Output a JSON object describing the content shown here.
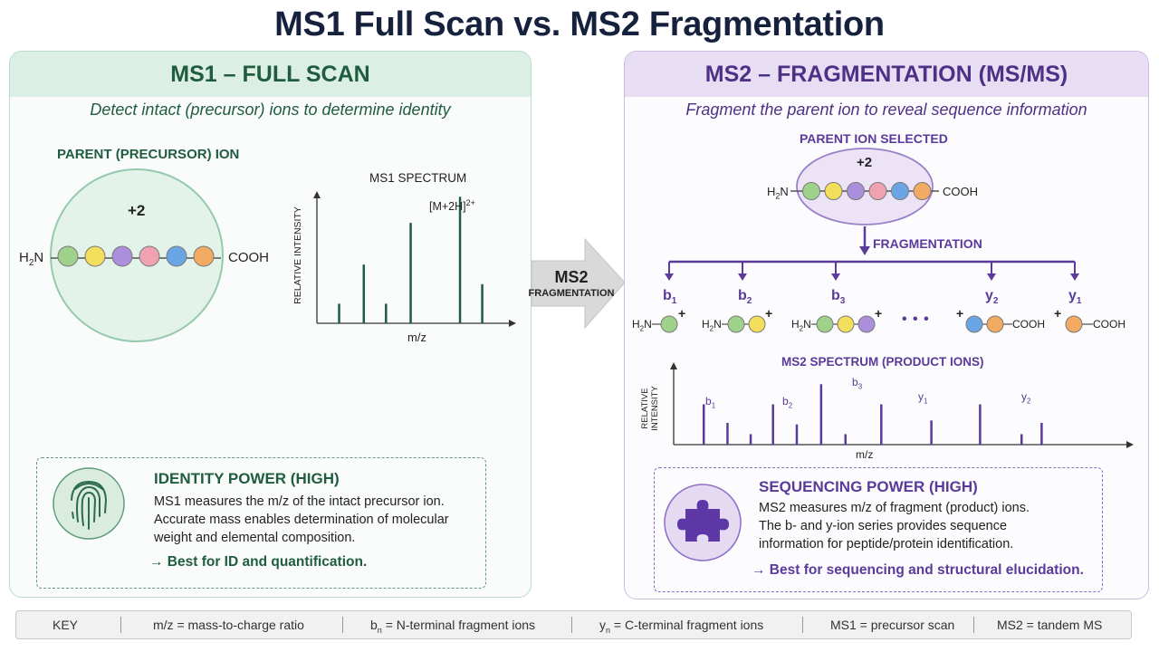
{
  "title": "MS1 Full Scan vs. MS2 Fragmentation",
  "colors": {
    "green": "#1f5c40",
    "purple": "#5a3a9a",
    "bead_green": "#9ed28a",
    "bead_yellow": "#f3df5c",
    "bead_purple": "#ab8fdc",
    "bead_pink": "#f0a2b3",
    "bead_blue": "#6aa6e5",
    "bead_orange": "#f3aa62"
  },
  "ms1": {
    "header": "MS1 – FULL SCAN",
    "subtitle": "Detect intact (precursor) ions to determine identity",
    "parent_label": "PARENT (PRECURSOR) ION",
    "charge": "+2",
    "n_term": "H",
    "n_term_sub": "2",
    "n_term_end": "N",
    "c_term": "COOH"
  },
  "transition": {
    "line1": "MS2",
    "line2": "FRAGMENTATION"
  },
  "ms2": {
    "header": "MS2 – FRAGMENTATION (MS/MS)",
    "subtitle": "Fragment the parent ion to reveal sequence information",
    "parent_label": "PARENT ION SELECTED",
    "charge": "+2",
    "n_term": "H",
    "n_term_sub": "2",
    "n_term_end": "N",
    "c_term": "COOH",
    "frag_label": "FRAGMENTATION",
    "fragments": [
      {
        "base": "b",
        "sub": "1",
        "plus": "+"
      },
      {
        "base": "b",
        "sub": "2",
        "plus": "+"
      },
      {
        "base": "b",
        "sub": "3",
        "plus": "+"
      },
      {
        "base": "y",
        "sub": "2",
        "plus": "+"
      },
      {
        "base": "y",
        "sub": "1",
        "plus": "+"
      }
    ],
    "ellipsis": "• • •"
  },
  "chart_data": [
    {
      "type": "bar",
      "title": "MS1 SPECTRUM",
      "xlabel": "m/z",
      "ylabel": "RELATIVE INTENSITY",
      "x": [
        1,
        2,
        3,
        4,
        5,
        6
      ],
      "values": [
        0.15,
        0.45,
        0.15,
        0.77,
        0.97,
        0.3
      ],
      "xlim": [
        0,
        8
      ],
      "ylim": [
        0,
        1
      ],
      "annotations": [
        {
          "text": "[M+2H]",
          "sup": "2+",
          "x": 5
        }
      ]
    },
    {
      "type": "bar",
      "title": "MS2 SPECTRUM (PRODUCT IONS)",
      "xlabel": "m/z",
      "ylabel": "RELATIVE INTENSITY",
      "x": [
        1,
        2,
        3,
        4,
        5,
        6,
        7,
        8,
        9,
        10,
        11,
        12,
        13,
        14
      ],
      "values": [
        0.5,
        0.27,
        0.13,
        0.5,
        0.25,
        0.75,
        0.13,
        0.5,
        0.3,
        0.5,
        0.13,
        0.27
      ],
      "xlim": [
        0,
        16
      ],
      "ylim": [
        0,
        1
      ],
      "annotations": [
        {
          "base": "b",
          "sub": "1",
          "x": 1
        },
        {
          "base": "b",
          "sub": "2",
          "x": 4
        },
        {
          "base": "b",
          "sub": "3",
          "x": 6
        },
        {
          "base": "y",
          "sub": "1",
          "x": 8
        },
        {
          "base": "y",
          "sub": "2",
          "x": 11
        }
      ]
    }
  ],
  "identity": {
    "title": "IDENTITY POWER (HIGH)",
    "text": [
      "MS1 measures the m/z of the intact precursor ion.",
      "Accurate mass enables determination of molecular",
      "weight and elemental composition."
    ],
    "best": "→ Best for ID and quantification."
  },
  "sequencing": {
    "title": "SEQUENCING POWER (HIGH)",
    "text": [
      "MS2 measures m/z of fragment (product) ions.",
      "The b- and y-ion series provides sequence",
      "information for peptide/protein identification."
    ],
    "best": "→ Best for sequencing and structural elucidation."
  },
  "key": {
    "label": "KEY",
    "items": [
      {
        "text": "m/z = mass-to-charge ratio"
      },
      {
        "pre": "b",
        "sub": "n",
        "text": " = N-terminal fragment ions"
      },
      {
        "pre": "y",
        "sub": "n",
        "text": " = C-terminal fragment ions"
      },
      {
        "text": "MS1 = precursor scan"
      },
      {
        "text": "MS2 = tandem MS"
      }
    ]
  }
}
